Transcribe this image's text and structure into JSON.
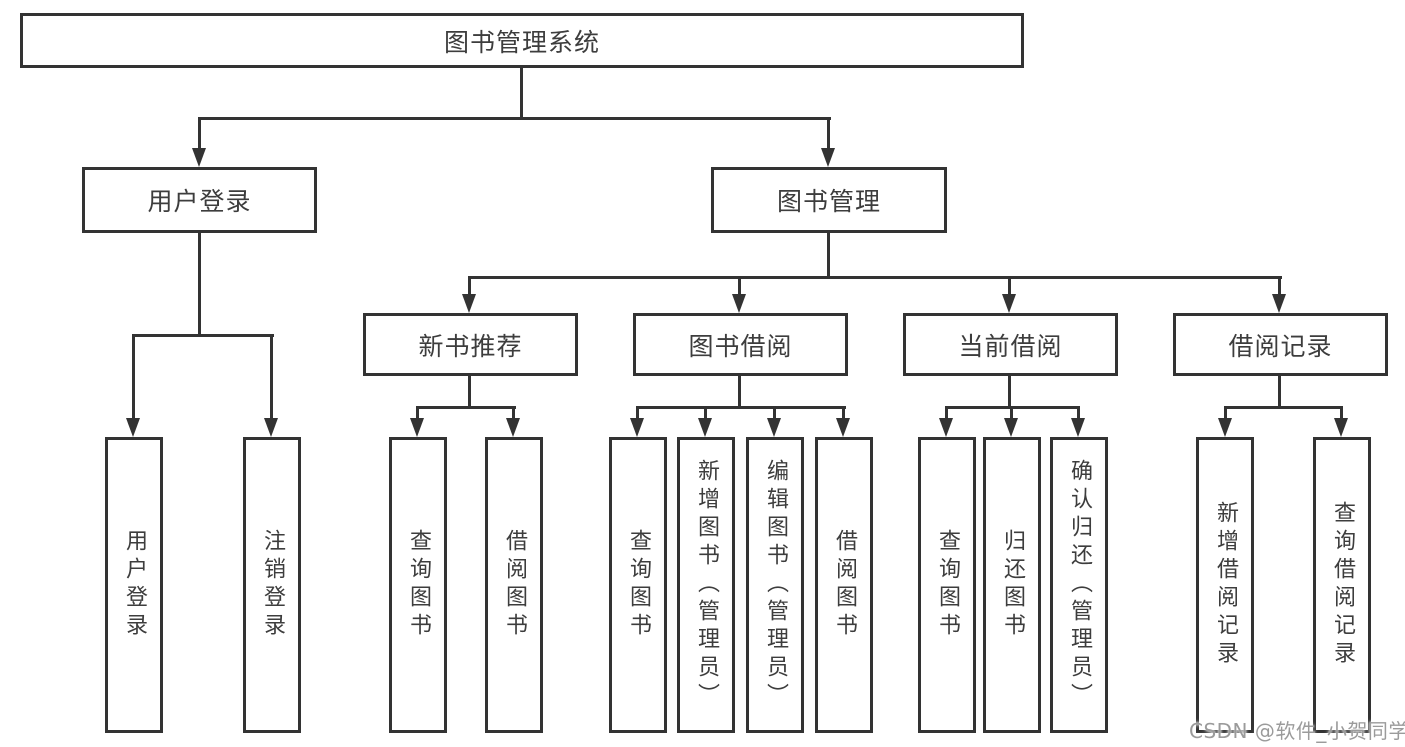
{
  "diagram": {
    "root": {
      "label": "图书管理系统"
    },
    "level2": [
      {
        "label": "用户登录"
      },
      {
        "label": "图书管理"
      }
    ],
    "level3": [
      {
        "label": "新书推荐"
      },
      {
        "label": "图书借阅"
      },
      {
        "label": "当前借阅"
      },
      {
        "label": "借阅记录"
      }
    ],
    "leaves": [
      {
        "label": "用户登录"
      },
      {
        "label": "注销登录"
      },
      {
        "label": "查询图书"
      },
      {
        "label": "借阅图书"
      },
      {
        "label": "查询图书"
      },
      {
        "label": "新增图书（管理员）"
      },
      {
        "label": "编辑图书（管理员）"
      },
      {
        "label": "借阅图书"
      },
      {
        "label": "查询图书"
      },
      {
        "label": "归还图书"
      },
      {
        "label": "确认归还（管理员）"
      },
      {
        "label": "新增借阅记录"
      },
      {
        "label": "查询借阅记录"
      }
    ]
  },
  "watermark": {
    "text": "CSDN @软件_小贺同学"
  },
  "colors": {
    "line": "#333333",
    "node_text": "#3d3d3d",
    "watermark": "#9b9b9b",
    "background": "#ffffff"
  }
}
